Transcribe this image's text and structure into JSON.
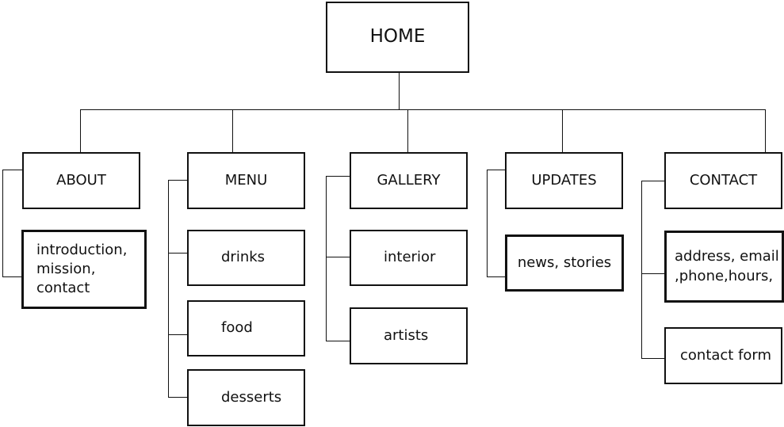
{
  "sitemap": {
    "home": "HOME",
    "sections": [
      {
        "label": "ABOUT",
        "children": [
          "introduction,\nmission,\ncontact"
        ]
      },
      {
        "label": "MENU",
        "children": [
          "drinks",
          "food",
          "desserts"
        ]
      },
      {
        "label": "GALLERY",
        "children": [
          "interior",
          "artists"
        ]
      },
      {
        "label": "UPDATES",
        "children": [
          "news, stories"
        ]
      },
      {
        "label": "CONTACT",
        "children": [
          "address, email\n,phone,hours,",
          "contact form"
        ]
      }
    ]
  }
}
